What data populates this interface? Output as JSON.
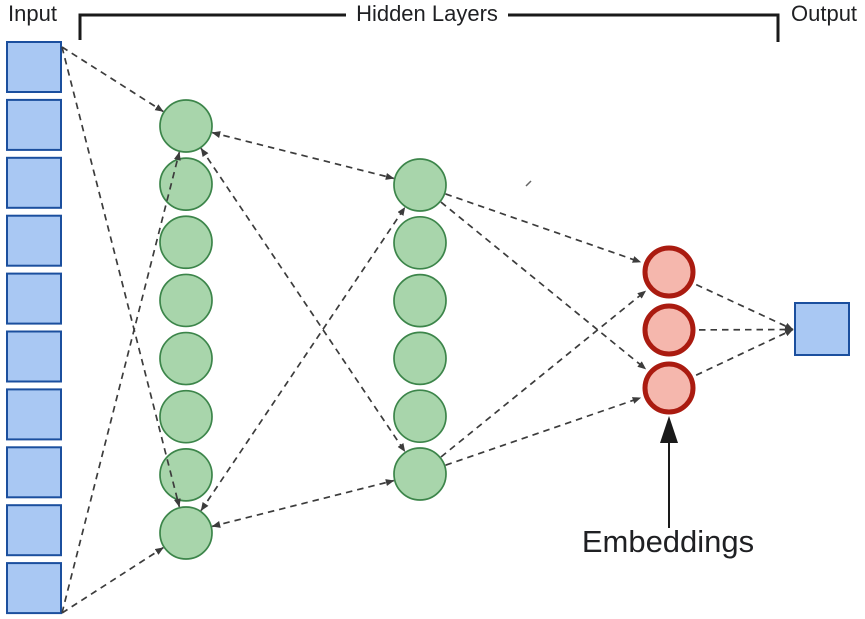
{
  "labels": {
    "input": "Input",
    "hidden_layers": "Hidden Layers",
    "output": "Output",
    "embeddings": "Embeddings"
  },
  "diagram": {
    "type": "neural-network-autoencoder",
    "layers": [
      {
        "id": "input",
        "shape": "square",
        "count": 10,
        "fill": "#a9c8f3",
        "stroke": "#1b4f9e"
      },
      {
        "id": "hidden-1",
        "shape": "circle",
        "count": 8,
        "fill": "#a8d5ab",
        "stroke": "#3c854a"
      },
      {
        "id": "hidden-2",
        "shape": "circle",
        "count": 6,
        "fill": "#a8d5ab",
        "stroke": "#3c854a"
      },
      {
        "id": "embeddings",
        "shape": "circle",
        "count": 3,
        "fill": "#f5b7ad",
        "stroke": "#aa1b10"
      },
      {
        "id": "output",
        "shape": "square",
        "count": 1,
        "fill": "#a9c8f3",
        "stroke": "#1b4f9e"
      }
    ],
    "connector_color": "#3c3c3c",
    "annotation_color": "#1a1a1a"
  }
}
